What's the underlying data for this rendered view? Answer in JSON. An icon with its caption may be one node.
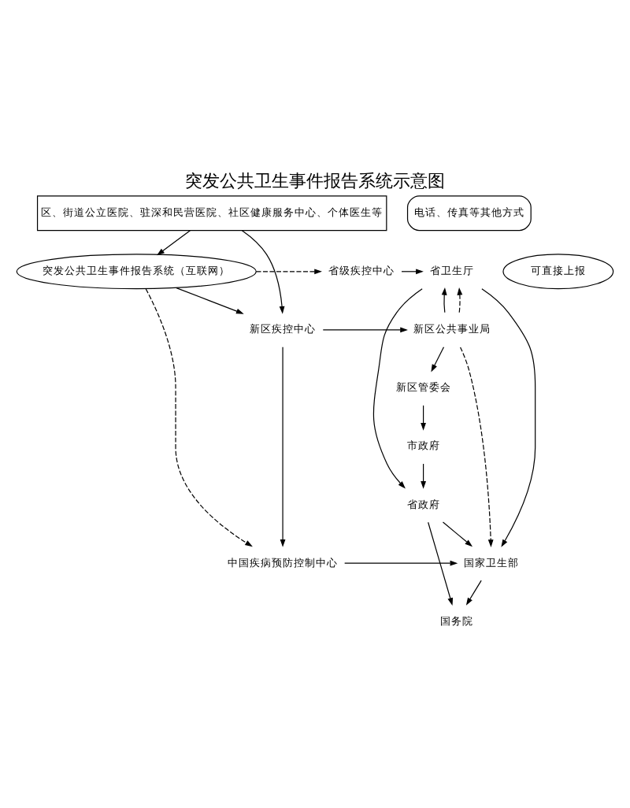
{
  "diagram": {
    "title": "突发公共卫生事件报告系统示意图",
    "nodes": [
      {
        "text": [
          "国务院"
        ]
      },
      {
        "text": [
          "中国疾病预防控制中心"
        ]
      },
      {
        "text": [
          "国家卫生部"
        ]
      },
      {
        "text": [
          "省政府"
        ]
      },
      {
        "text": [
          "省级疾控中心"
        ]
      },
      {
        "text": [
          "省卫生厅"
        ]
      },
      {
        "text": [
          "市政府"
        ]
      },
      {
        "text": [
          "新区管委会"
        ]
      },
      {
        "text": [
          "新区疾控中心"
        ]
      },
      {
        "text": [
          "新区公共事业局"
        ]
      },
      {
        "text": [
          "突发公共卫生事件报告系统（互联网）"
        ]
      },
      {
        "text": [
          "可直接上报"
        ]
      },
      {
        "text": [
          "电话、传真等其他方式"
        ]
      },
      {
        "text": [
          "区、街道公立医院、驻深和民营医院、社区健康服务中心、个体医生等"
        ]
      }
    ],
    "edges": [
      {
        "from": 2,
        "to": 0,
        "arrow": "to"
      },
      {
        "from": 3,
        "to": 0,
        "arrow": "to"
      },
      {
        "from": 1,
        "to": 2,
        "arrow": "to"
      },
      {
        "from": 3,
        "to": 2,
        "arrow": "to"
      },
      {
        "from": 5,
        "to": 3,
        "arrow": "to"
      },
      {
        "from": 5,
        "to": 2,
        "arrow": "to"
      },
      {
        "from": 4,
        "to": 5,
        "arrow": "to"
      },
      {
        "from": 6,
        "to": 3,
        "arrow": "to"
      },
      {
        "from": 7,
        "to": 6,
        "arrow": "to"
      },
      {
        "from": 9,
        "to": 7,
        "arrow": "to"
      },
      {
        "from": 9,
        "to": 5,
        "arrow": "to"
      },
      {
        "from": 10,
        "to": 8,
        "arrow": "to"
      },
      {
        "from": 8,
        "to": 9,
        "arrow": "to"
      },
      {
        "from": 13,
        "to": 10,
        "arrow": "to"
      },
      {
        "from": 13,
        "to": 8,
        "arrow": "to"
      },
      {
        "from": 10,
        "to": 1,
        "arrow": "to",
        "style": "dashed"
      },
      {
        "from": 10,
        "to": 4,
        "arrow": "to",
        "style": "dashed"
      },
      {
        "from": 8,
        "to": 1,
        "arrow": "to"
      },
      {
        "from": 9,
        "to": 2,
        "arrow": "to",
        "style": "dashed"
      },
      {
        "from": 9,
        "to": 5,
        "arrow": "to",
        "style": "dashed"
      }
    ]
  }
}
